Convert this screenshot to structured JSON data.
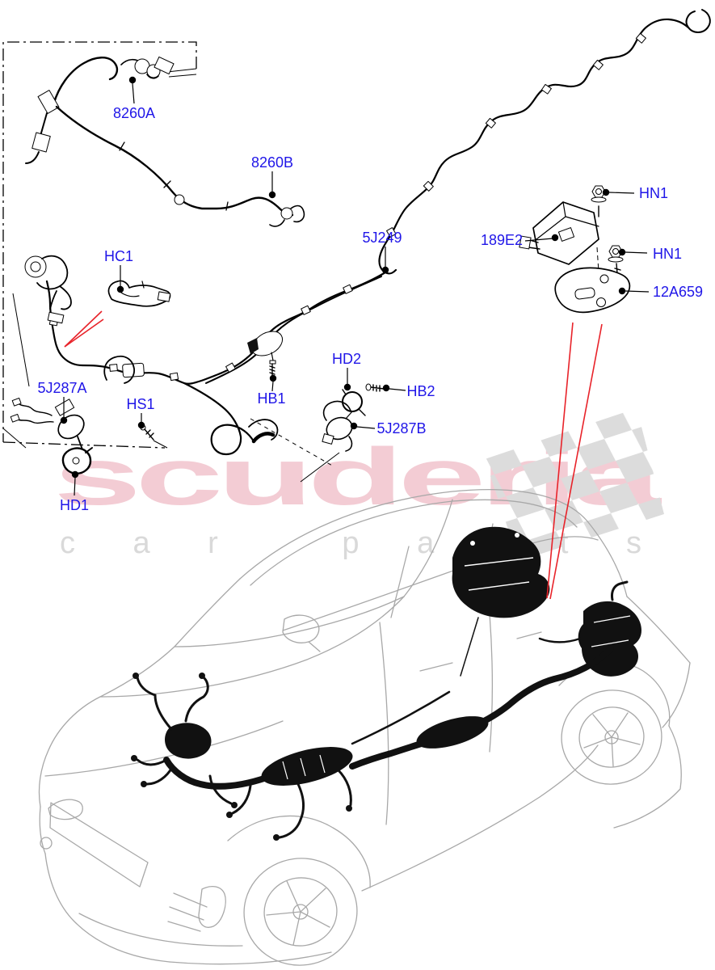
{
  "watermark": {
    "primary": "scuderia",
    "secondary": "car parts"
  },
  "colors": {
    "label_blue": "#2016e8",
    "pointer_red": "#e8232a",
    "diagram_black": "#000000",
    "car_outline_gray": "#a8a8a8",
    "watermark_pink": "#f0bcc6",
    "watermark_gray": "#d9d9d9",
    "flag_gray": "#dcdcdc"
  },
  "callouts": [
    {
      "label": "8260A"
    },
    {
      "label": "8260B"
    },
    {
      "label": "5J249"
    },
    {
      "label": "HN1"
    },
    {
      "label": "189E2"
    },
    {
      "label": "HN1"
    },
    {
      "label": "12A659"
    },
    {
      "label": "HC1"
    },
    {
      "label": "5J287A"
    },
    {
      "label": "HS1"
    },
    {
      "label": "HB1"
    },
    {
      "label": "HD2"
    },
    {
      "label": "HB2"
    },
    {
      "label": "5J287B"
    },
    {
      "label": "HD1"
    }
  ]
}
